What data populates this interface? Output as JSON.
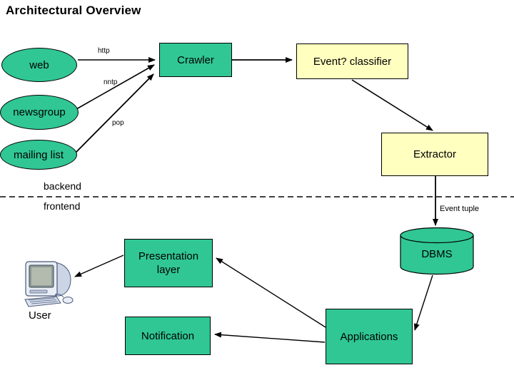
{
  "slide": {
    "title": "Architectural Overview"
  },
  "colors": {
    "green": "#30C795",
    "yellow": "#FFFFC0",
    "line": "#000000",
    "background": "#FFFFFF"
  },
  "nodes": {
    "web": {
      "label": "web",
      "shape": "ellipse",
      "fill": "green"
    },
    "newsgroup": {
      "label": "newsgroup",
      "shape": "ellipse",
      "fill": "green"
    },
    "mailing_list": {
      "label": "mailing list",
      "shape": "ellipse",
      "fill": "green"
    },
    "crawler": {
      "label": "Crawler",
      "shape": "rectangle",
      "fill": "green"
    },
    "event_classifier": {
      "label": "Event? classifier",
      "shape": "rectangle",
      "fill": "yellow"
    },
    "extractor": {
      "label": "Extractor",
      "shape": "rectangle",
      "fill": "yellow"
    },
    "dbms": {
      "label": "DBMS",
      "shape": "cylinder",
      "fill": "green"
    },
    "presentation_layer": {
      "label": "Presentation layer",
      "shape": "rectangle",
      "fill": "green"
    },
    "notification": {
      "label": "Notification",
      "shape": "rectangle",
      "fill": "green"
    },
    "applications": {
      "label": "Applications",
      "shape": "rectangle",
      "fill": "green"
    },
    "user": {
      "label": "User",
      "icon": "desktop-computer"
    }
  },
  "edge_labels": {
    "http": "http",
    "nntp": "nntp",
    "pop": "pop",
    "event_tuple": "Event tuple"
  },
  "region_labels": {
    "backend": "backend",
    "frontend": "frontend"
  },
  "edges": [
    {
      "from": "web",
      "to": "crawler",
      "label": "http"
    },
    {
      "from": "newsgroup",
      "to": "crawler",
      "label": "nntp"
    },
    {
      "from": "mailing_list",
      "to": "crawler",
      "label": "pop"
    },
    {
      "from": "crawler",
      "to": "event_classifier",
      "label": ""
    },
    {
      "from": "event_classifier",
      "to": "extractor",
      "label": ""
    },
    {
      "from": "extractor",
      "to": "dbms",
      "label": "Event tuple"
    },
    {
      "from": "dbms",
      "to": "applications",
      "label": ""
    },
    {
      "from": "applications",
      "to": "presentation_layer",
      "label": ""
    },
    {
      "from": "applications",
      "to": "notification",
      "label": ""
    },
    {
      "from": "presentation_layer",
      "to": "user",
      "label": ""
    }
  ]
}
